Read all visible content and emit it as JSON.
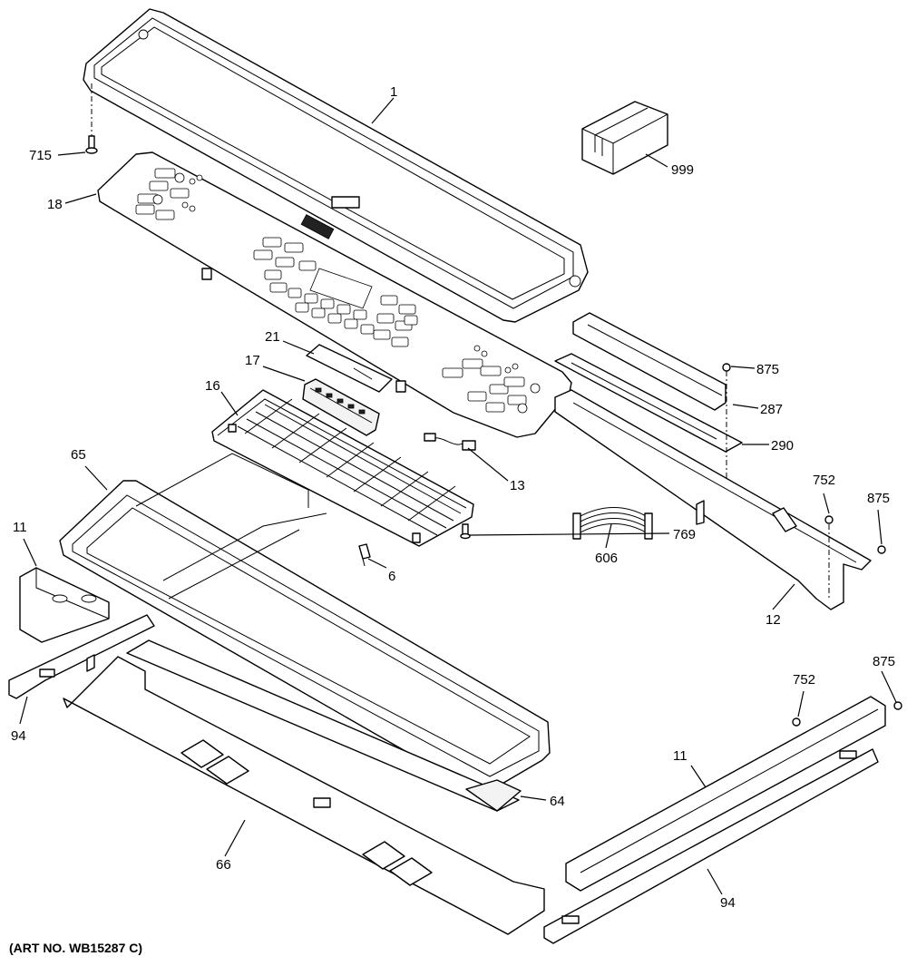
{
  "diagram": {
    "art_number": "(ART NO. WB15287 C)",
    "callouts": {
      "p1": "1",
      "p715": "715",
      "p999": "999",
      "p18": "18",
      "p21": "21",
      "p17": "17",
      "p16": "16",
      "p875a": "875",
      "p287": "287",
      "p290": "290",
      "p13": "13",
      "p752a": "752",
      "p875b": "875",
      "p65": "65",
      "p11a": "11",
      "p769": "769",
      "p606": "606",
      "p6": "6",
      "p12": "12",
      "p94a": "94",
      "p752b": "752",
      "p875c": "875",
      "p11b": "11",
      "p64": "64",
      "p66": "66",
      "p94b": "94"
    }
  }
}
